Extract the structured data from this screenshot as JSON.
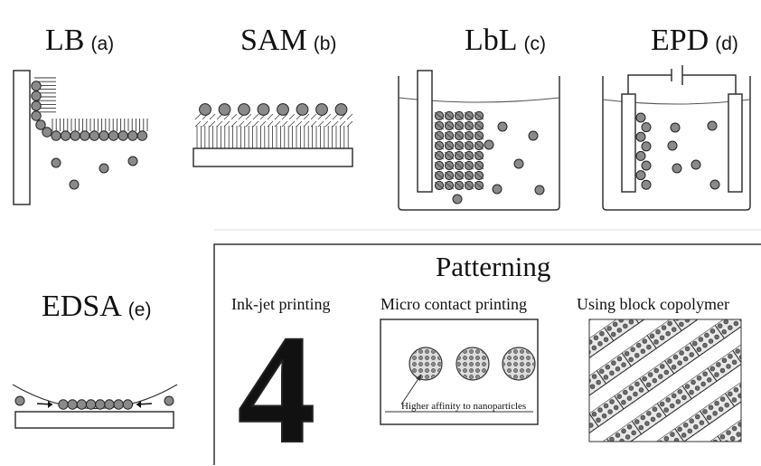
{
  "panels": {
    "lb": {
      "title": "LB",
      "tag": "(a)"
    },
    "sam": {
      "title": "SAM",
      "tag": "(b)"
    },
    "lbl": {
      "title": "LbL",
      "tag": "(c)"
    },
    "epd": {
      "title": "EPD",
      "tag": "(d)"
    },
    "edsa": {
      "title": "EDSA",
      "tag": "(e)"
    }
  },
  "patterning": {
    "title": "Patterning",
    "inkjet": {
      "label": "Ink-jet printing",
      "glyph": "4"
    },
    "microcontact": {
      "label": "Micro contact printing",
      "annotation": "Higher affinity to nanoparticles"
    },
    "block": {
      "label": "Using block copolymer"
    }
  },
  "colors": {
    "particle": "#8a8a8a",
    "outline": "#222222",
    "border": "#333333"
  }
}
